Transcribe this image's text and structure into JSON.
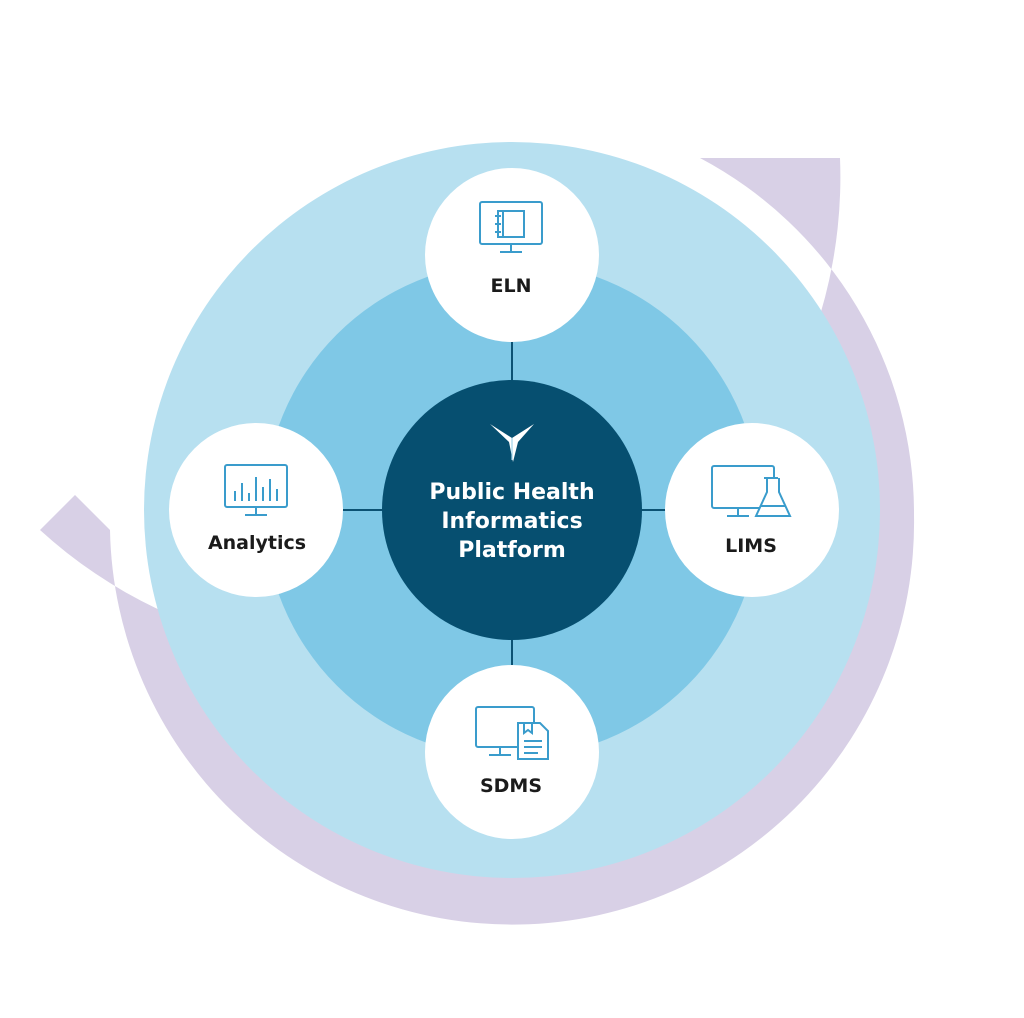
{
  "diagram": {
    "center": {
      "lines": [
        "Public Health",
        "Informatics",
        "Platform"
      ],
      "logo_icon": "trident-logo-icon"
    },
    "nodes": [
      {
        "id": "eln",
        "label": "ELN",
        "icon": "notebook-monitor-icon"
      },
      {
        "id": "lims",
        "label": "LIMS",
        "icon": "flask-monitor-icon"
      },
      {
        "id": "sdms",
        "label": "SDMS",
        "icon": "document-monitor-icon"
      },
      {
        "id": "analytics",
        "label": "Analytics",
        "icon": "bar-chart-monitor-icon"
      }
    ]
  },
  "colors": {
    "outer_ring": "#b7e0f0",
    "middle_ring": "#7fc8e6",
    "center": "#064f70",
    "node_fill": "#ffffff",
    "connector": "#0c5273",
    "icon_stroke": "#3a9ccc",
    "swirl": "#d8d0e6",
    "label_text": "#1b1b1b"
  }
}
